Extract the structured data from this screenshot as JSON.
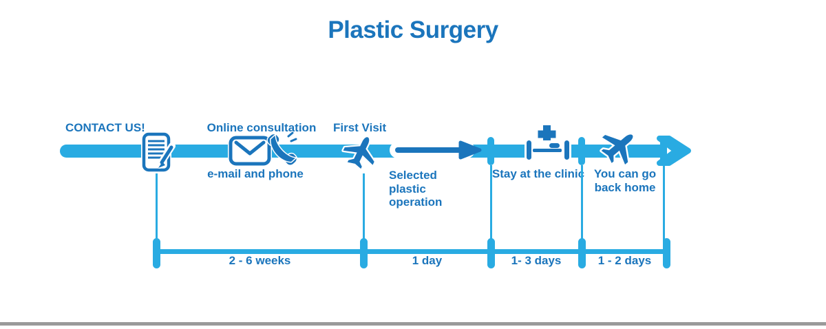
{
  "title": "Plastic Surgery",
  "colors": {
    "primary_light": "#29ABE2",
    "primary_dark": "#1B75BC",
    "footer_gray": "#9A9A9A"
  },
  "steps": {
    "contact": {
      "label": "CONTACT US!",
      "icon": "document-pen-icon"
    },
    "consultation": {
      "label": "Online consultation",
      "sublabel": "e-mail and phone",
      "icons": [
        "envelope-icon",
        "phone-icon"
      ]
    },
    "first_visit": {
      "label": "First Visit",
      "icon": "airplane-icon"
    },
    "operation": {
      "sublabel": "Selected plastic operation",
      "icon": "progress-arrow-icon"
    },
    "clinic": {
      "sublabel": "Stay at the clinic",
      "icon": "hospital-bed-cross-icon"
    },
    "home": {
      "sublabel": "You can go back home",
      "icon": "airplane-icon"
    }
  },
  "durations": [
    "2 - 6 weeks",
    "1 day",
    "1- 3 days",
    "1 - 2 days"
  ],
  "timeline_end_icon": "arrow-right-icon"
}
